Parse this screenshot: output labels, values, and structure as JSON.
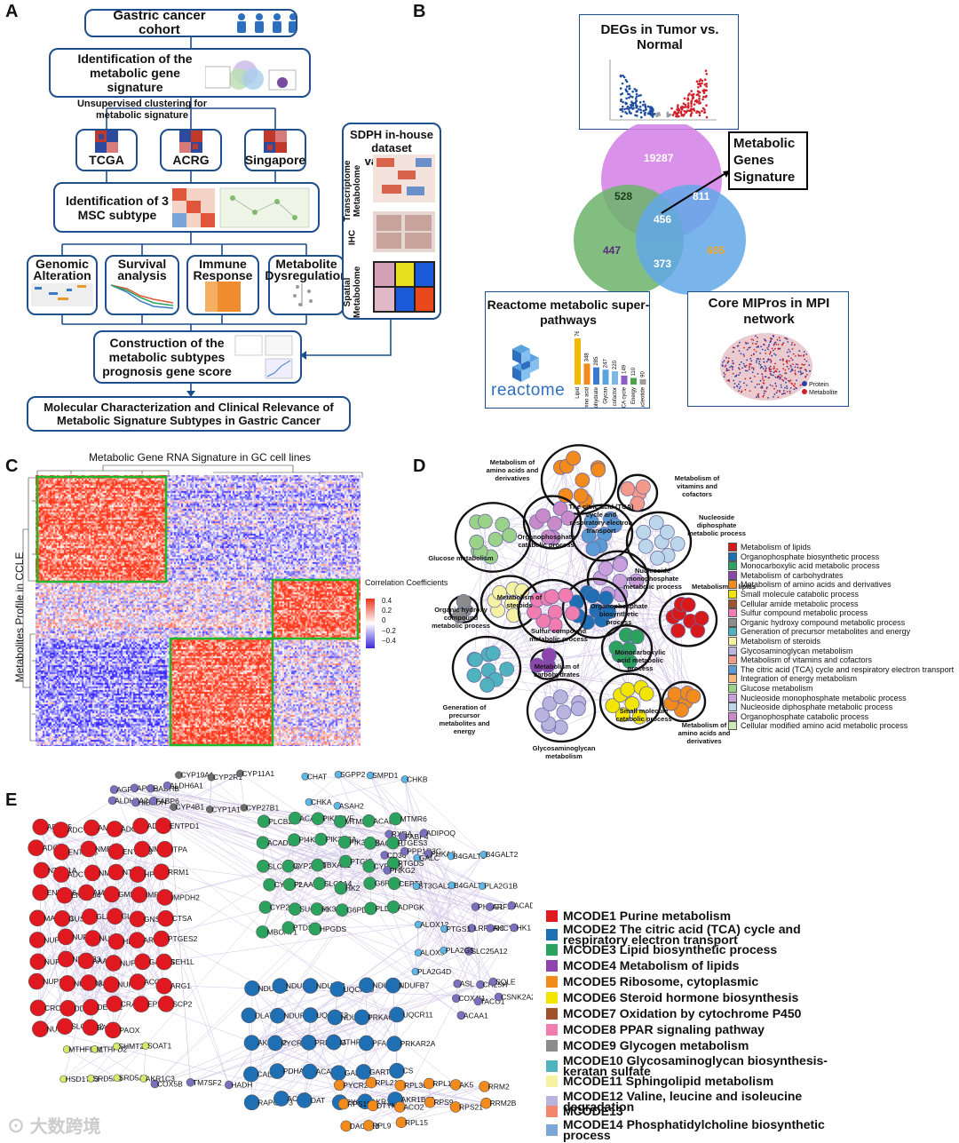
{
  "panelA": {
    "letter": "A",
    "cohort": "Gastric cancer cohort",
    "identification": "Identification of the metabolic gene signature",
    "unsupervised": "Unsupervised clustering for metabolic signature",
    "datasets": [
      "TCGA",
      "ACRG",
      "Singapore"
    ],
    "msc": "Identification of 3 MSC subtype",
    "analyses": [
      "Genomic Alteration",
      "Survival analysis",
      "Immune Response",
      "Metabolite Dysregulation"
    ],
    "sdph": "SDPH in-house dataset validation",
    "sdph_rows": [
      "Transcriptome Metabolome",
      "IHC",
      "Spatial Metabolome"
    ],
    "construction": "Construction of the metabolic subtypes prognosis gene score",
    "molecular": "Molecular Characterization and Clinical Relevance of Metabolic Signature Subtypes in Gastric Cancer"
  },
  "panelB": {
    "letter": "B",
    "degs": "DEGs in Tumor vs. Normal",
    "signature": "Metabolic Genes Signature",
    "venn": {
      "top": "19287",
      "left": "447",
      "right": "605",
      "top_left": "528",
      "top_right": "811",
      "center": "456",
      "bottom": "373"
    },
    "reactome_title": "Reactome metabolic super-pathways",
    "reactome_logo": "reactome",
    "reactome_bars": [
      {
        "label": "Lipid",
        "value": "766",
        "color": "#f5b800"
      },
      {
        "label": "Amino acid",
        "value": "348",
        "color": "#f28a1c"
      },
      {
        "label": "Carbohydrate",
        "value": "285",
        "color": "#3b7bd6"
      },
      {
        "label": "Glycan",
        "value": "247",
        "color": "#5aa3e0"
      },
      {
        "label": "Vitamin cofactor",
        "value": "220",
        "color": "#7ab8e8"
      },
      {
        "label": "TCA cycle",
        "value": "149",
        "color": "#8e5cc9"
      },
      {
        "label": "Energy",
        "value": "110",
        "color": "#4ca34c"
      },
      {
        "label": "Nucleotide",
        "value": "90",
        "color": "#9e9e9e"
      }
    ],
    "mipros": "Core MIPros in MPI network",
    "mpi_legend": [
      "Protein",
      "Metabolite"
    ]
  },
  "panelC": {
    "letter": "C",
    "title": "Metabolic Gene RNA Signature in GC cell lines",
    "ylabel": "Metabolites Profile in CCLE",
    "legend_title": "Correlation Coefficients",
    "ticks": [
      "0.4",
      "0.2",
      "0",
      "−0.2",
      "−0.4"
    ]
  },
  "panelD": {
    "letter": "D",
    "cluster_labels": [
      "Metabolism of amino acids and derivatives",
      "Metabolism of vitamins and cofactors",
      "The citric acid (TCA) cycle and respiratory electron transport",
      "Nucleoside diphosphate metabolic process",
      "Organophosphate catabolic process",
      "Glucose metabolism",
      "Nucleoside monophosphate metabolic process",
      "Metabolism of lipids",
      "Metabolism of steroids",
      "Organophosphate biosynthetic process",
      "Organic hydroxy compound metabolic process",
      "Sulfur compound metabolic process",
      "Monocarboxylic acid metabolic process",
      "Metabolism of carbohydrates",
      "Generation of precursor metabolites and energy",
      "Glycosaminoglycan metabolism",
      "Small molecule catabolic process",
      "Metabolism of amino acids and derivatives"
    ],
    "legend": [
      {
        "label": "Metabolism of lipids",
        "color": "#d7191c"
      },
      {
        "label": "Organophosphate biosynthetic process",
        "color": "#1f6fb5"
      },
      {
        "label": "Monocarboxylic acid metabolic process",
        "color": "#2ca25f"
      },
      {
        "label": "Metabolism of carbohydrates",
        "color": "#8e44ad"
      },
      {
        "label": "Metabolism of amino acids and derivatives",
        "color": "#f28a1c"
      },
      {
        "label": "Small molecule catabolic process",
        "color": "#f2e600"
      },
      {
        "label": "Cellular amide metabolic process",
        "color": "#a0522d"
      },
      {
        "label": "Sulfur compound metabolic process",
        "color": "#f07cb0"
      },
      {
        "label": "Organic hydroxy compound metabolic process",
        "color": "#8c8c8c"
      },
      {
        "label": "Generation of precursor metabolites and energy",
        "color": "#4fb3bf"
      },
      {
        "label": "Metabolism of steroids",
        "color": "#f6f2a3"
      },
      {
        "label": "Glycosaminoglycan metabolism",
        "color": "#b9b3e0"
      },
      {
        "label": "Metabolism of vitamins and cofactors",
        "color": "#f39a8a"
      },
      {
        "label": "The citric acid (TCA) cycle and respiratory electron transport",
        "color": "#5b9bd5"
      },
      {
        "label": "Integration of energy metabolism",
        "color": "#f5b97a"
      },
      {
        "label": "Glucose metabolism",
        "color": "#9ad28a"
      },
      {
        "label": "Nucleoside monophosphate metabolic process",
        "color": "#c9a0dc"
      },
      {
        "label": "Nucleoside diphosphate metabolic process",
        "color": "#bcd6ec"
      },
      {
        "label": "Organophosphate catabolic process",
        "color": "#c98ac9"
      },
      {
        "label": "Cellular modified amino acid metabolic process",
        "color": "#cfe8b8"
      }
    ]
  },
  "panelE": {
    "letter": "E",
    "legend": [
      {
        "label": "MCODE1 Purine metabolism",
        "color": "#e01820"
      },
      {
        "label": "MCODE2 The citric acid (TCA) cycle and respiratory electron transport",
        "color": "#1f6fb5"
      },
      {
        "label": "MCODE3 Lipid biosynthetic process",
        "color": "#2ca25f"
      },
      {
        "label": "MCODE4 Metabolism of lipids",
        "color": "#8e44ad"
      },
      {
        "label": "MCODE5 Ribosome, cytoplasmic",
        "color": "#f28a1c"
      },
      {
        "label": "MCODE6 Steroid hormone biosynthesis",
        "color": "#f2e600"
      },
      {
        "label": "MCODE7 Oxidation by cytochrome P450",
        "color": "#a0522d"
      },
      {
        "label": "MCODE8 PPAR signaling pathway",
        "color": "#f07cb0"
      },
      {
        "label": "MCODE9 Glycogen metabolism",
        "color": "#8c8c8c"
      },
      {
        "label": "MCODE10 Glycosaminoglycan biosynthesis-keratan sulfate",
        "color": "#4fb3bf"
      },
      {
        "label": "MCODE11 Sphingolipid metabolism",
        "color": "#f6f2a3"
      },
      {
        "label": "MCODE12 Valine, leucine and isoleucine degradation",
        "color": "#b9b3e0"
      },
      {
        "label": "MCODE13",
        "color": "#f4856f"
      },
      {
        "label": "MCODE14 Phosphatidylcholine biosynthetic process",
        "color": "#7aa7d6"
      }
    ],
    "groups": {
      "red": [
        "ADCY5",
        "ADCY3",
        "AMPD2",
        "ADCY2",
        "ADCY6",
        "ENTPD1",
        "ADCY9",
        "ENTPD5",
        "NME1",
        "ENTPD3",
        "NME2",
        "ITPA",
        "NT5C1A",
        "ADCY7",
        "NME4",
        "NT5C2",
        "HPRT1",
        "RRM1",
        "ENTPD6",
        "ENTPD4",
        "AMPD3",
        "GMPS",
        "IMPDH1",
        "IMPDH2",
        "MAN2B1",
        "GUSB",
        "GLA",
        "GLB1",
        "GNS",
        "CTSA",
        "NUP107",
        "NUP155",
        "NUP93",
        "HEXB",
        "ARSB",
        "PTGES2",
        "NUP88",
        "NUP133",
        "AAAS",
        "NUP214",
        "GALNS",
        "SEH1L",
        "NUP205",
        "NUP153",
        "NUP37",
        "NUP85",
        "ACOX3",
        "ARG1",
        "CROT",
        "DDO",
        "DECR2",
        "CRAT",
        "EPHX2",
        "SCP2",
        "NUDT7",
        "SLC27A2",
        "BAAT",
        "PAOX"
      ],
      "blue": [
        "NDUFC1",
        "NDUFA9",
        "NDUFA1",
        "UQCR10",
        "NDUFS4",
        "NDUFB7",
        "DLAT",
        "NDUFA11",
        "UQCRC2",
        "NDUFV3",
        "PRKACB",
        "UQCR11",
        "AKR1C2",
        "PYCR1",
        "PRKACG",
        "MTHFD1",
        "PFAS",
        "PRKAR2A",
        "CALM1",
        "PDHA1",
        "ACAT1",
        "GARS1",
        "GART",
        "CS",
        "RAPGEF3",
        "ACSL4",
        "OAT",
        "PYGM",
        "AKR1B10",
        "AKR1B15"
      ],
      "green": [
        "PLCB2",
        "ACADS",
        "PIKFYVE",
        "MTMR2",
        "ACADL",
        "MTMR6",
        "ACADSB",
        "PI4K2B",
        "PIK3C2A",
        "PIK3C2B",
        "SACM1L",
        "PTGES3",
        "SLC25A6",
        "CYP2C19",
        "TBXAS1",
        "PTGIS",
        "CYP2C9",
        "PTGDS",
        "CYP4F2",
        "PLAAT3",
        "SLC2A4",
        "HK2",
        "G6PC3",
        "CEPT1",
        "CYP2U1",
        "SUCLG1",
        "HK3",
        "G6PD",
        "PLD3",
        "ADPGK",
        "MBOAT1",
        "PTDSS1",
        "HPGDS"
      ],
      "gray": [
        "CYP19A1",
        "CYP2R1",
        "CYP11A1",
        "CYP4B1",
        "CYP1A1",
        "CYP27B1"
      ],
      "lightpurple": [
        "AGPS",
        "APOE",
        "HADHB",
        "ALDH6A1",
        "ALDH3A2",
        "HIBADH",
        "FABP6",
        "RXRA",
        "FABP4",
        "ADIPOQ",
        "CD36",
        "PPP1R3C",
        "PHKA2",
        "PHKG2",
        "PHKG1",
        "ARF1",
        "ACADM",
        "LRPPRC",
        "AHCY",
        "HK1",
        "SLC25A12",
        "ASL",
        "CH25H",
        "SQLE",
        "COX4I1",
        "TACO1",
        "CSNK2A2",
        "ACAA1",
        "COX5B",
        "TM7SF2",
        "HADH"
      ],
      "cyan": [
        "CHAT",
        "SGPP2",
        "SMPD1",
        "CHKB",
        "CHKA",
        "ASAH2",
        "GALC",
        "B4GALT3",
        "B4GALT2",
        "ST3GAL3",
        "B4GALT1",
        "PLA2G1B",
        "ALOX12",
        "PTGS1",
        "ALOX5",
        "PLA2G5",
        "PLA2G4D"
      ],
      "yellow": [
        "MTHFD1L",
        "MTHFD2",
        "SHMT2",
        "SOAT1",
        "HSD17B3",
        "SRD5A3",
        "SRD5A1",
        "AKR1C3"
      ],
      "orange": [
        "PYCR2",
        "RPL21",
        "RPL30",
        "RPL10A",
        "AK5",
        "RRM2",
        "RPS19",
        "DTYMK",
        "ACO2",
        "RPS9",
        "RPS21",
        "RRM2B",
        "DACSL3",
        "RPL9",
        "RPL15"
      ]
    },
    "watermark": "大数跨境"
  }
}
